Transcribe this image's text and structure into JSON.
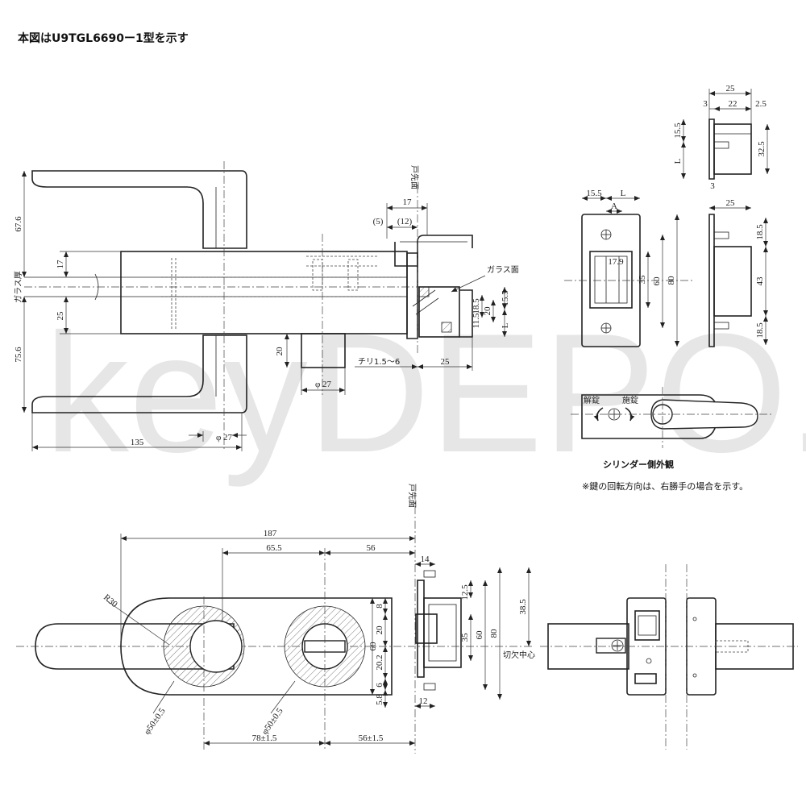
{
  "title": "本図はU9TGL6690ー1型を示す",
  "watermark": "keyDEPO.",
  "labels": {
    "door_face_top": "戸先面",
    "door_face_bottom": "戸先面",
    "glass_thickness": "ガラス厚",
    "glass_face": "ガラス面",
    "chiri": "チリ1.5～6",
    "cylinder_side_caption": "シリンダー側外観",
    "unlock": "解錠",
    "lock": "施錠",
    "note": "※鍵の回転方向は、右勝手の場合を示す。",
    "notch_center": "切欠中心",
    "L1": "L",
    "L2": "L",
    "L3": "L",
    "A": "A"
  },
  "dims_front": {
    "d67_6": "67.6",
    "d17": "17",
    "d25": "25",
    "d75_6": "75.6",
    "d135": "135",
    "phi27_bottom": "φ 27",
    "d20": "20",
    "phi27": "φ 27",
    "d25_right": "25",
    "d5": "(5)",
    "d12": "(12)",
    "d17_top": "17",
    "d18_5": "18.5",
    "d20_b": "20",
    "d11_5": "11.5",
    "d15_5": "15.5"
  },
  "dims_side_top": {
    "d25": "25",
    "d3": "3",
    "d22": "22",
    "d2_5": "2.5",
    "d15_5": "15.5",
    "d32_5": "32.5",
    "d3_b": "3"
  },
  "dims_plate": {
    "d15_5": "15.5",
    "d17_9": "17.9",
    "d35": "35",
    "d60": "60",
    "d80": "80"
  },
  "dims_side_right": {
    "d25": "25",
    "d18_5": "18.5",
    "d43": "43",
    "d18_5_b": "18.5"
  },
  "dims_bottom": {
    "d187": "187",
    "d65_5": "65.5",
    "d56": "56",
    "r30": "R30",
    "phi50_a": "φ50±0.5",
    "phi50_b": "φ50±0.5",
    "d78": "78±1.5",
    "d56b": "56±1.5",
    "d8": "8",
    "d20": "20",
    "d60": "60",
    "d20_2": "20.2",
    "d6": "6",
    "d5_8": "5.8",
    "d14": "14",
    "d12": "12",
    "d12_5": "12.5",
    "d35": "35",
    "d60b": "60",
    "d80": "80",
    "d38_5": "38.5"
  }
}
